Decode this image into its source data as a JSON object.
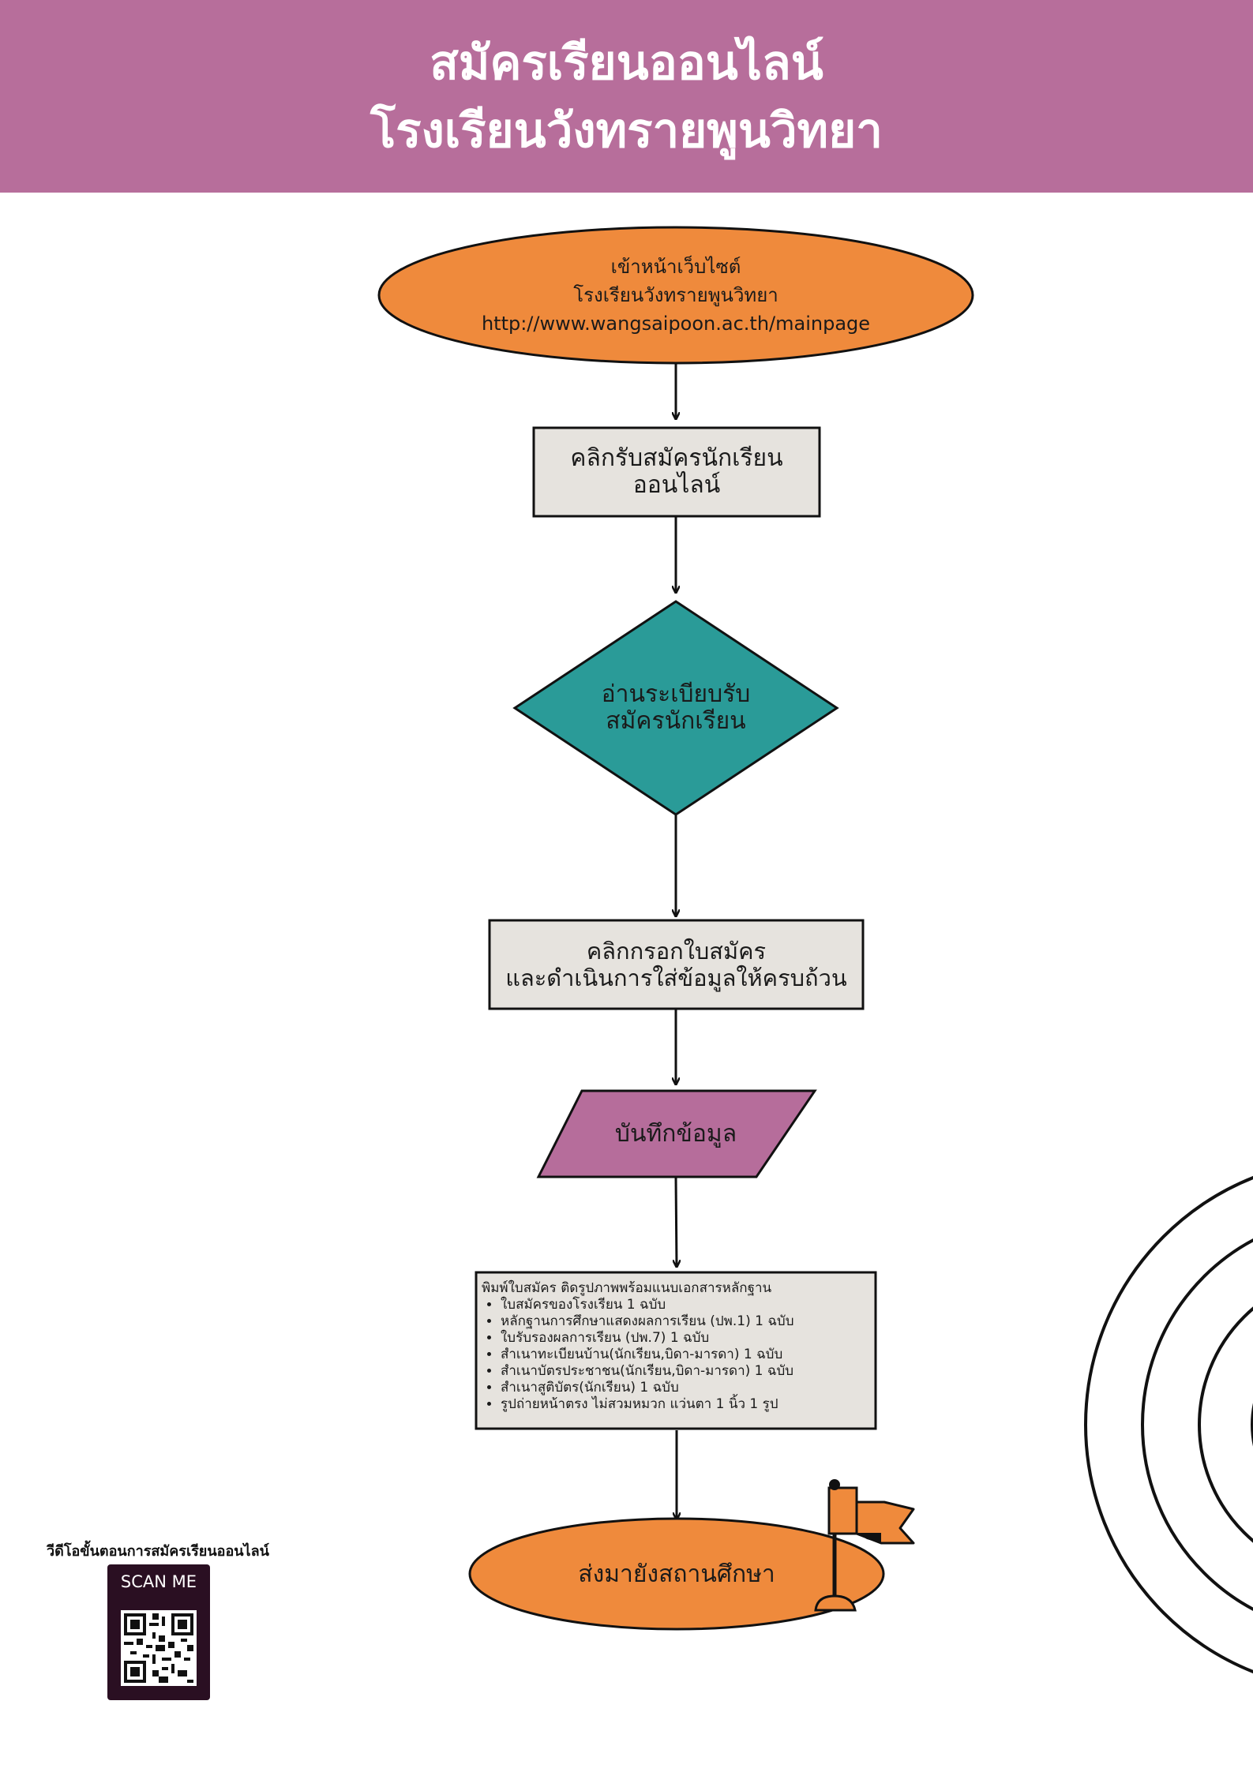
{
  "header": {
    "title_line1": "สมัครเรียนออนไลน์",
    "title_line2": "โรงเรียนวังทรายพูนวิทยา"
  },
  "flow": {
    "start": {
      "line1": "เข้าหน้าเว็บไซต์",
      "line2": "โรงเรียนวังทรายพูนวิทยา",
      "line3": "http://www.wangsaipoon.ac.th/mainpage"
    },
    "step1": {
      "line1": "คลิกรับสมัครนักเรียน",
      "line2": "ออนไลน์"
    },
    "decision": {
      "line1": "อ่านระเบียบรับ",
      "line2": "สมัครนักเรียน"
    },
    "step2": {
      "line1": "คลิกกรอกใบสมัคร",
      "line2": "และดำเนินการใส่ข้อมูลให้ครบถ้วน"
    },
    "data_step": {
      "label": "บันทึกข้อมูล"
    },
    "documents": {
      "heading": "พิมพ์ใบสมัคร ติดรูปภาพพร้อมแนบเอกสารหลักฐาน",
      "items": [
        "ใบสมัครของโรงเรียน 1 ฉบับ",
        "หลักฐานการศึกษาแสดงผลการเรียน (ปพ.1) 1 ฉบับ",
        "ใบรับรองผลการเรียน (ปพ.7) 1 ฉบับ",
        "สำเนาทะเบียนบ้าน(นักเรียน,บิดา-มารดา) 1 ฉบับ",
        "สำเนาบัตรประชาชน(นักเรียน,บิดา-มารดา) 1 ฉบับ",
        "สำเนาสูติบัตร(นักเรียน) 1 ฉบับ",
        "รูปถ่ายหน้าตรง ไม่สวมหมวก แว่นตา 1 นิ้ว 1 รูป"
      ]
    },
    "end": {
      "label": "ส่งมายังสถานศึกษา"
    }
  },
  "qr": {
    "caption": "วีดีโอขั้นตอนการสมัครเรียนออนไลน์",
    "card_label": "SCAN ME"
  },
  "colors": {
    "header": "#b76e9b",
    "terminal": "#ef8a3c",
    "process": "#e6e3de",
    "decision": "#2a9b98",
    "data": "#b66d9b"
  }
}
